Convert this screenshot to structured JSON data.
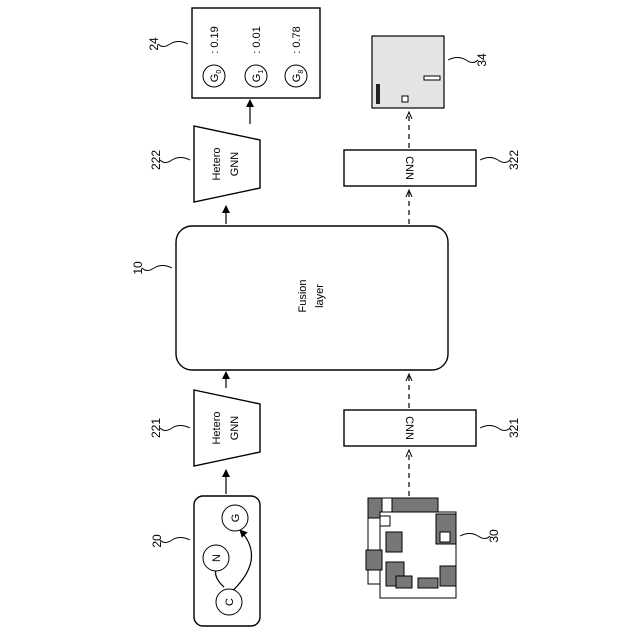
{
  "refs": {
    "fusion": "10",
    "graph_input": "20",
    "hetero_gnn_bottom": "221",
    "hetero_gnn_top": "222",
    "output_probs": "24",
    "image_input": "30",
    "cnn_bottom": "321",
    "cnn_top": "322",
    "output_image": "34"
  },
  "fusion_layer": {
    "line1": "Fusion",
    "line2": "layer"
  },
  "hetero_gnn": {
    "line1": "Hetero",
    "line2": "GNN"
  },
  "cnn_label": "CNN",
  "graph_nodes": {
    "node_c": "C",
    "node_n": "N",
    "node_g": "G"
  },
  "output_nodes": [
    {
      "symbol": "G",
      "sub": "0",
      "value": ": 0.19"
    },
    {
      "symbol": "G",
      "sub": "1",
      "value": ": 0.01"
    },
    {
      "symbol": "G",
      "sub": "8",
      "value": ": 0.78"
    }
  ]
}
